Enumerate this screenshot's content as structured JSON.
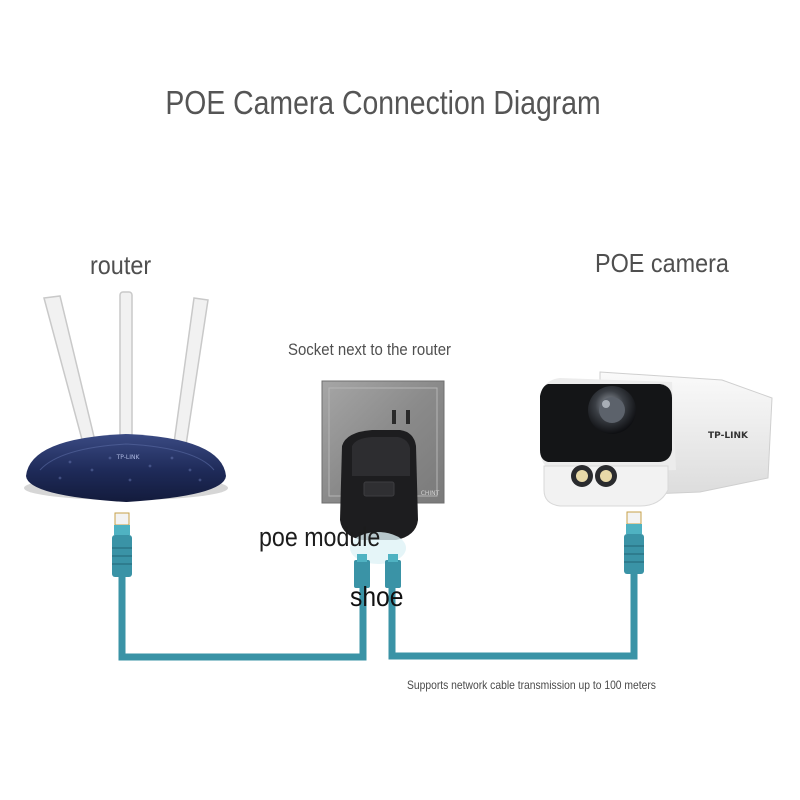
{
  "title": "POE Camera Connection Diagram",
  "labels": {
    "router": "router",
    "poe_camera": "POE camera",
    "socket": "Socket next to the router",
    "poe_module": "poe module",
    "shoe": "shoe",
    "cable_note": "Supports network cable transmission up to 100 meters"
  },
  "device_marks": {
    "router_brand": "TP-LINK",
    "camera_brand": "TP-LINK",
    "socket_brand": "CHINT"
  },
  "colors": {
    "cable": "#3a93a6",
    "router_body": "#23305d",
    "plug": "#4fb2c2"
  },
  "icons": [
    "router-icon",
    "wall-socket-icon",
    "poe-module-icon",
    "poe-camera-icon",
    "rj45-plug-icon"
  ]
}
